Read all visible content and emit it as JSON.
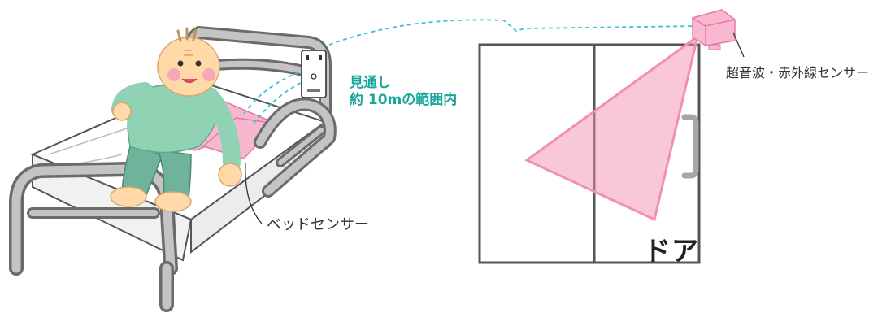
{
  "labels": {
    "range_line1": "見通し",
    "range_line2": "約 10mの範囲内",
    "bed_sensor": "ベッドセンサー",
    "ultrasonic_sensor": "超音波・赤外線センサー",
    "door": "ドア"
  },
  "colors": {
    "accent_teal": "#1aa79a",
    "signal_dash": "#3cc0d8",
    "beam_pink": "#f38fb5",
    "mat_pink": "#f7b7cf",
    "patient_green": "#8fd3b4",
    "skin": "#ffd9a8",
    "bed_frame": "#b8b8b8",
    "door_frame": "#555555"
  },
  "icons": [
    "bed-icon",
    "patient-icon",
    "receiver-icon",
    "sensor-icon",
    "door-icon",
    "detection-beam-icon"
  ]
}
